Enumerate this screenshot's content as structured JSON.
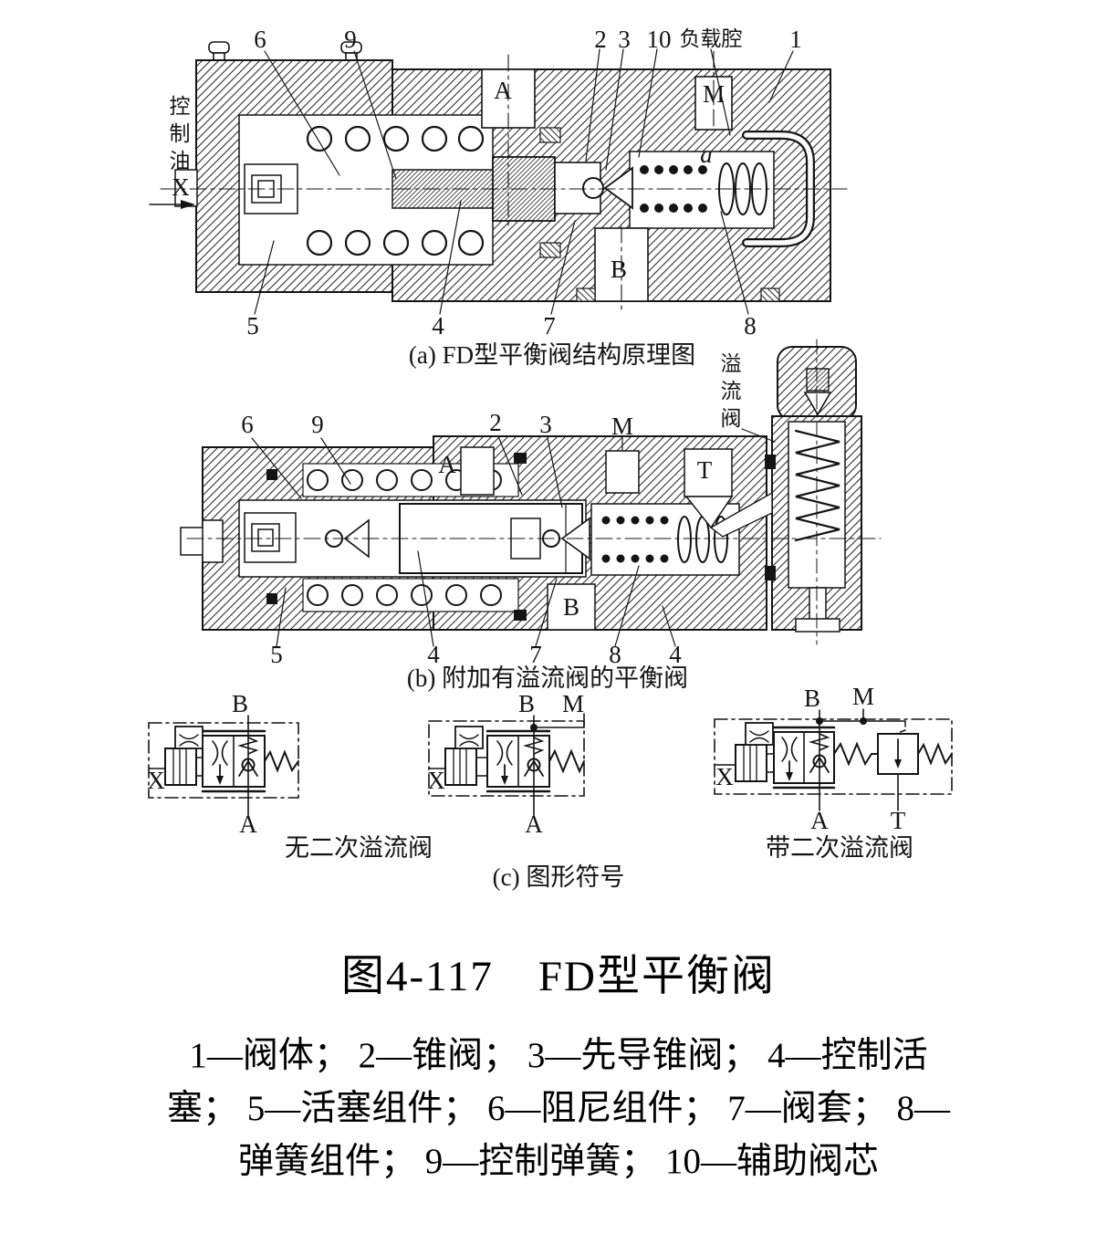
{
  "fig_a": {
    "caption": "(a) FD型平衡阀结构原理图",
    "control_oil_chars": [
      "控",
      "制",
      "油"
    ],
    "x_port": "X",
    "port_a": "A",
    "port_m": "M",
    "port_b": "B",
    "point_a": "a",
    "load_chamber": "负载腔",
    "callouts": {
      "n1": "1",
      "n2": "2",
      "n3": "3",
      "n4": "4",
      "n5": "5",
      "n6": "6",
      "n7": "7",
      "n8": "8",
      "n9": "9",
      "n10": "10"
    }
  },
  "fig_b": {
    "caption": "(b) 附加有溢流阀的平衡阀",
    "relief_valve_chars": [
      "溢",
      "流",
      "阀"
    ],
    "port_a": "A",
    "port_m": "M",
    "port_b": "B",
    "port_t": "T",
    "callouts": {
      "n2": "2",
      "n3": "3",
      "n4a": "4",
      "n4b": "4",
      "n5": "5",
      "n6": "6",
      "n7": "7",
      "n8": "8",
      "n9": "9"
    }
  },
  "fig_c": {
    "caption": "(c) 图形符号",
    "no_relief_label": "无二次溢流阀",
    "with_relief_label": "带二次溢流阀",
    "sym_left": {
      "b": "B",
      "a": "A",
      "x": "X"
    },
    "sym_mid": {
      "b": "B",
      "m": "M",
      "a": "A",
      "x": "X"
    },
    "sym_right": {
      "b": "B",
      "m": "M",
      "a": "A",
      "x": "X",
      "t": "T"
    }
  },
  "caption": {
    "title": "图4-117　FD型平衡阀"
  },
  "legend": {
    "line1": "1—阀体； 2—锥阀； 3—先导锥阀； 4—控制活",
    "line2": "塞； 5—活塞组件； 6—阻尼组件； 7—阀套； 8—",
    "line3": "弹簧组件； 9—控制弹簧； 10—辅助阀芯"
  }
}
